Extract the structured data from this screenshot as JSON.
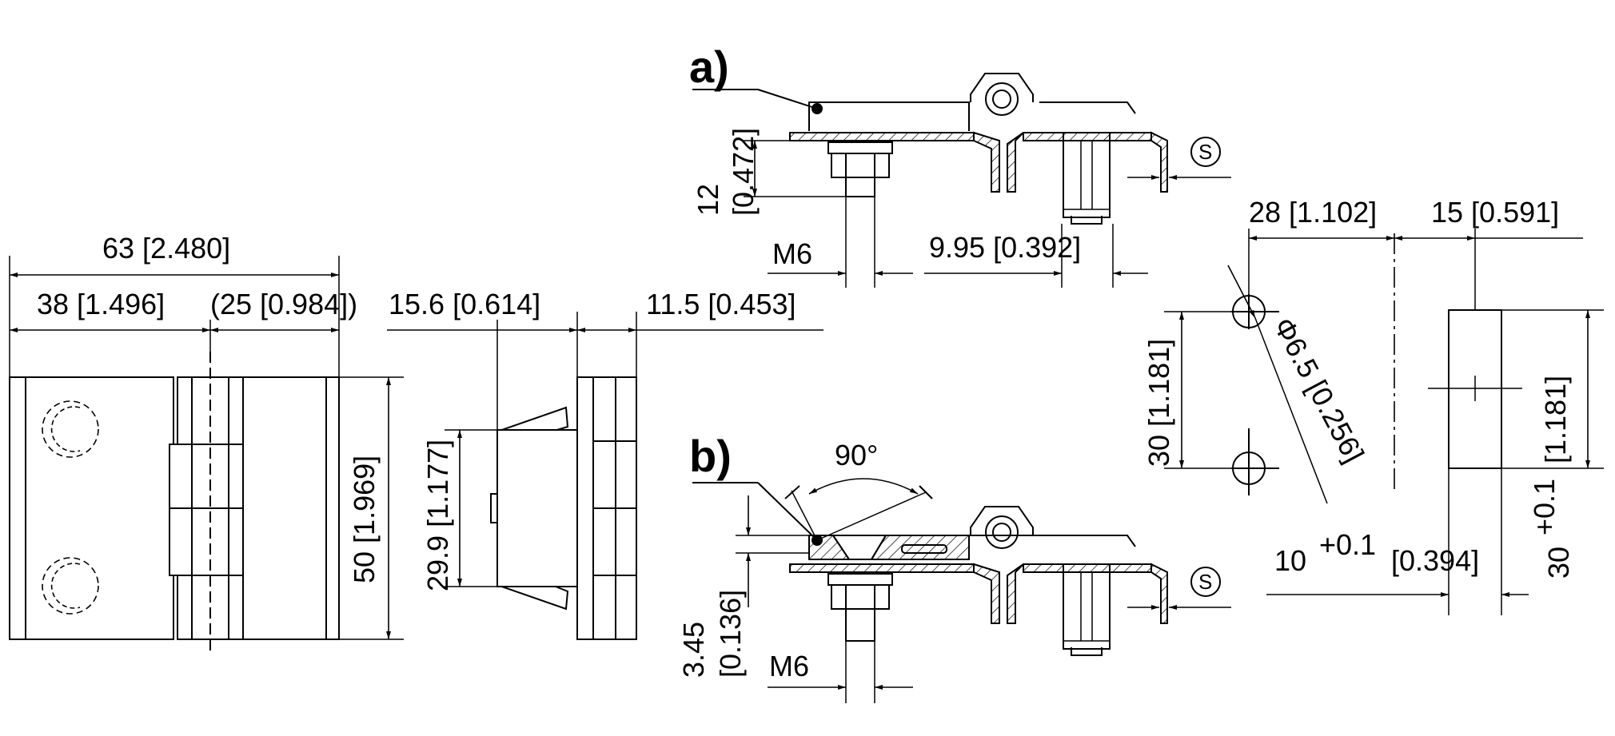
{
  "labels": {
    "view_a": "a)",
    "view_b": "b)",
    "symbol_s": "S"
  },
  "dims": {
    "overall_width": "63 [2.480]",
    "left_leaf": "38 [1.496]",
    "right_leaf": "(25 [0.984])",
    "height": "50 [1.969]",
    "side_depth": "15.6 [0.614]",
    "side_thickness": "11.5 [0.453]",
    "inner_height": "29.9 [1.177]",
    "a_height_mm": "12",
    "a_height_in": "[0.472]",
    "a_thread": "M6",
    "a_offset": "9.95 [0.392]",
    "b_angle": "90°",
    "b_depth_mm": "3.45",
    "b_depth_in": "[0.136]",
    "b_thread": "M6",
    "cut_width": "28 [1.102]",
    "cut_offset": "15 [0.591]",
    "hole_spacing": "30 [1.181]",
    "hole_dia": "Φ6.5 [0.256]",
    "slot_width_base": "10",
    "slot_width_tol": "+0.1",
    "slot_width_in": "[0.394]",
    "slot_height_base": "30",
    "slot_height_tol": "+0.1",
    "slot_height_in": "[1.181]"
  }
}
